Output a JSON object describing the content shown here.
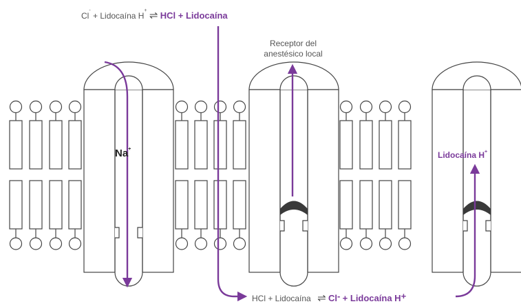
{
  "equations": {
    "top": {
      "left": "Cl",
      "left_sup": "-",
      "middle": "+ Lidocaína H",
      "middle_sup": "+",
      "arrow": "⇌",
      "right": "HCl + Lidocaína"
    },
    "bottom": {
      "left": "HCl + Lidocaína",
      "arrow": "⇌",
      "right_a": "Cl",
      "right_a_sup": "-",
      "right_b": "+ Lidocaína H",
      "right_b_sup": "+"
    }
  },
  "labels": {
    "receptor_line1": "Receptor del",
    "receptor_line2": "anestésico local",
    "na": "Na",
    "na_sup": "+",
    "lidocaina_h": "Lidocaína H",
    "lidocaina_h_sup": "+"
  },
  "colors": {
    "purple": "#7a3a9a",
    "outline": "#444444",
    "blocker": "#3a3a3a"
  }
}
